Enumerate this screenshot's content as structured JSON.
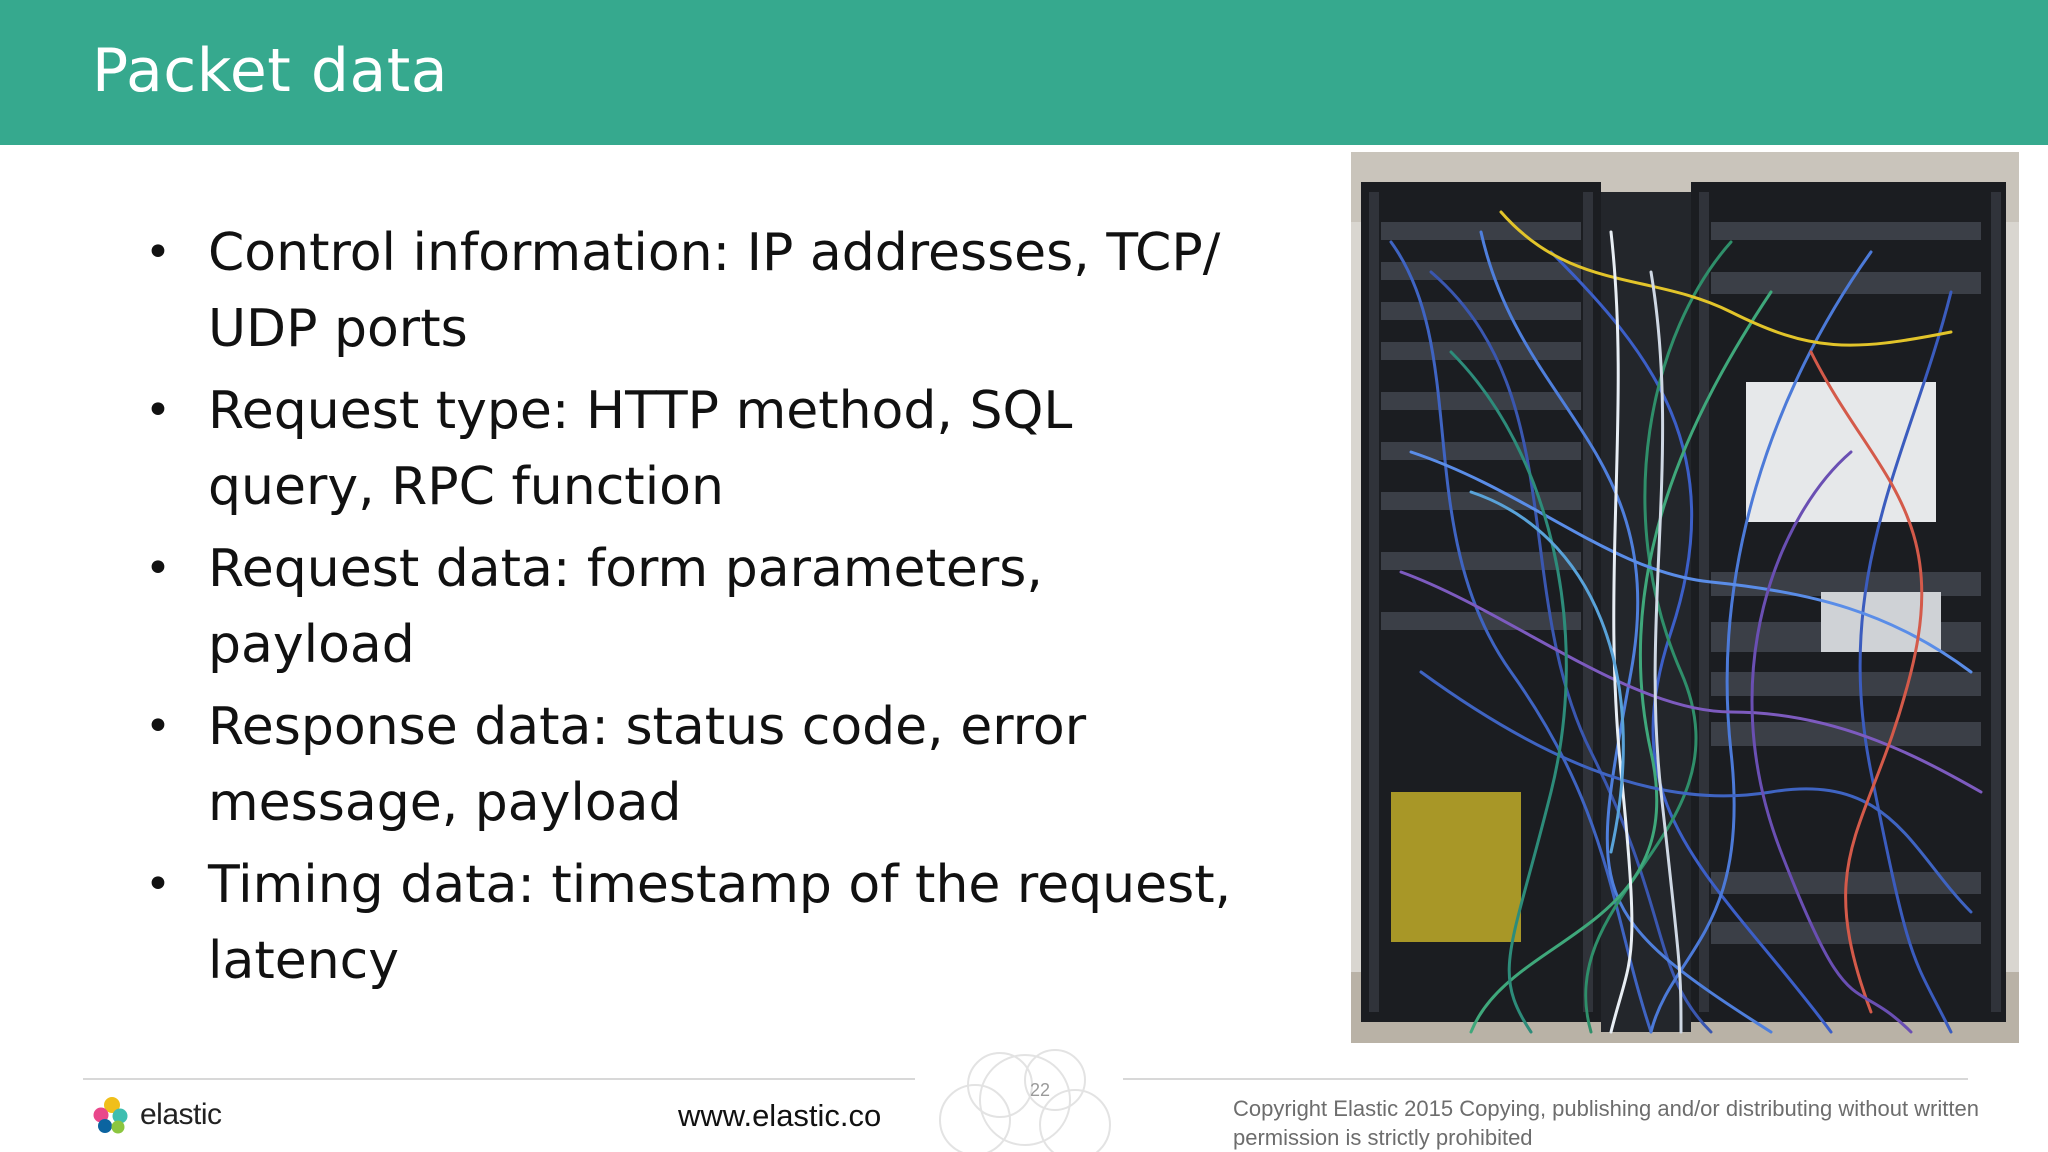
{
  "slide": {
    "title": "Packet data",
    "bullets": [
      "Control information: IP addresses, TCP/ UDP ports",
      "Request type: HTTP method, SQL query, RPC function",
      "Request data: form parameters, payload",
      "Response data: status code, error message, payload",
      "Timing data: timestamp of the request, latency"
    ],
    "bullet_glyph": "•"
  },
  "footer": {
    "logo_text": "elastic",
    "url": "www.elastic.co",
    "page_number": "22",
    "copyright": "Copyright Elastic 2015 Copying, publishing and/or distributing without written permission is strictly prohibited"
  },
  "colors": {
    "header": "#36a98e",
    "logo_yellow": "#f0bf1a",
    "logo_pink": "#e9478b",
    "logo_teal": "#3ebeb0",
    "logo_blue": "#0b64a0",
    "logo_green": "#8cc63f"
  },
  "image": {
    "subject": "server-rack-with-tangled-network-cables"
  }
}
